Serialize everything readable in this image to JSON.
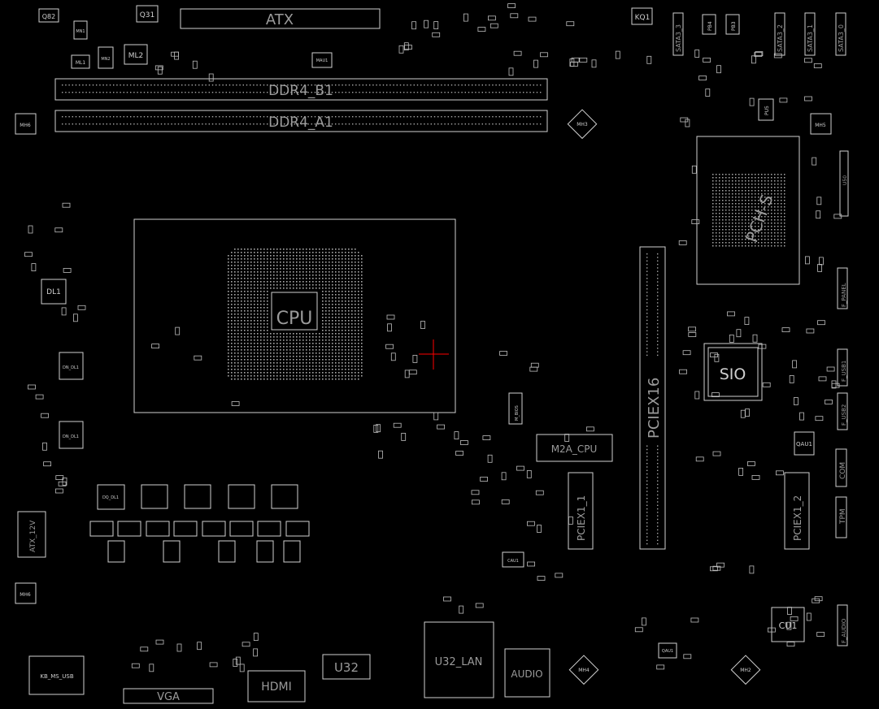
{
  "colors": {
    "background": "#000000",
    "outline": "#cfcfcf",
    "label": "#9a9a9a",
    "accent": "#ff0000"
  },
  "labels": {
    "atx": "ATX",
    "ddr4_b1": "DDR4_B1",
    "ddr4_a1": "DDR4_A1",
    "cpu": "CPU",
    "sio": "SIO",
    "pciex16": "PCIEX16",
    "m2a_cpu": "M2A_CPU",
    "pciex1_1": "PCIEX1_1",
    "pciex1_2": "PCIEX1_2",
    "pch": "PCH-S",
    "u32_lan": "U32_LAN",
    "u32": "U32",
    "audio": "AUDIO",
    "hdmi": "HDMI",
    "vga": "VGA",
    "kb_ms_usb": "KB_MS_USB",
    "atx_12v": "ATX_12V",
    "cu1": "CU1",
    "qau1": "QAU1",
    "q82": "Q82",
    "q31": "Q31",
    "ml2": "ML2",
    "kq1": "KQ1",
    "mh6a": "MH6",
    "mh6b": "MH6",
    "mh5": "MH5",
    "mh3": "MH3",
    "mh4": "MH4",
    "mh2": "MH2",
    "dn_dl1a": "DN_DL1",
    "dn_dl1b": "DN_DL1",
    "dq_dl1": "DQ_DL1",
    "dl1": "DL1",
    "mbios": "M_BIOS",
    "com": "COM",
    "tpm": "TPM",
    "f_panel": "F_PANEL",
    "f_usb1": "F_USB1",
    "f_usb2": "F_USB2",
    "f_audio": "F_AUDIO",
    "sata3_3": "SATA3_3",
    "sata3_2": "SATA3_2",
    "sata3_1": "SATA3_1",
    "sata3_0": "SATA3_0",
    "pb4": "PB4",
    "pb3": "PB3",
    "pu5": "PU5",
    "ml1": "ML1",
    "mn1": "MN1",
    "mn2": "MN2",
    "mau1": "MAU1",
    "cau1": "CAU1",
    "qau1b": "QAU1",
    "u50": "U50"
  }
}
